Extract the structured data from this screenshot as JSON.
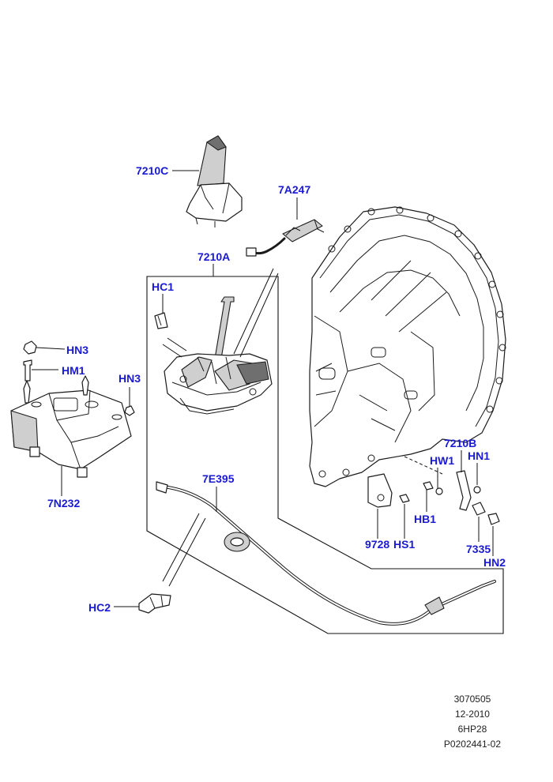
{
  "labels": {
    "gear_knob": "7210C",
    "harness": "7A247",
    "selector_assembly": "7210A",
    "clip_hc1": "HC1",
    "nut_hn3_left": "HN3",
    "stud_hm1": "HM1",
    "nut_hn3_right": "HN3",
    "bracket": "7N232",
    "cable": "7E395",
    "clip_hc2": "HC2",
    "lever": "7210B",
    "washer_hw1": "HW1",
    "nut_hn1": "HN1",
    "bolt_hb1": "HB1",
    "bracket_9728": "9728",
    "screw_hs1": "HS1",
    "bushing_7335": "7335",
    "nut_hn2": "HN2"
  },
  "footer": {
    "line1": "3070505",
    "line2": "12-2010",
    "line3": "6HP28",
    "line4": "P0202441-02"
  },
  "colors": {
    "label": "#1a1ad6",
    "line": "#111111"
  }
}
